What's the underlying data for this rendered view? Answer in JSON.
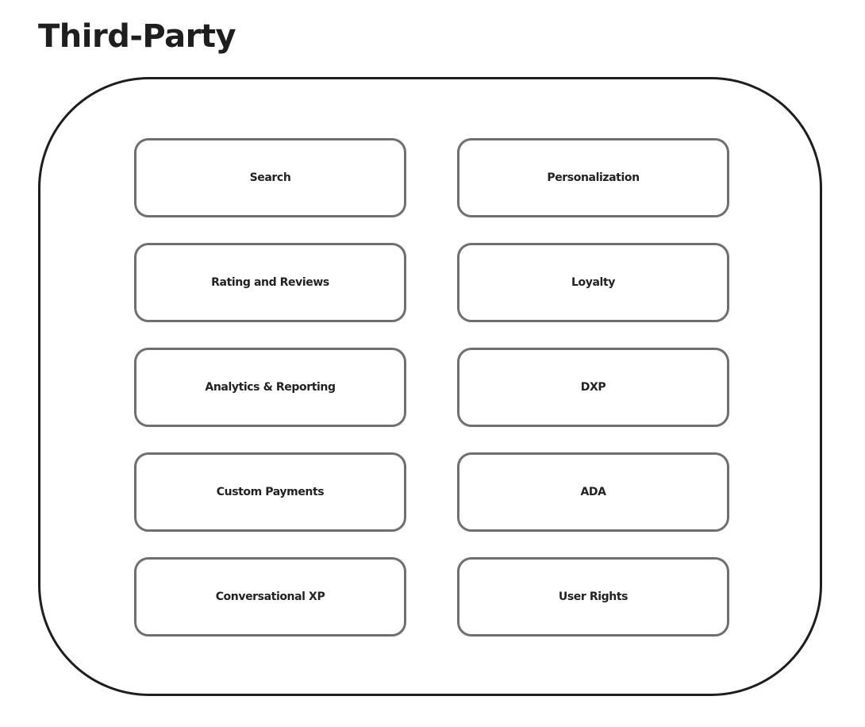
{
  "title": "Third-Party",
  "items": [
    {
      "label": "Search"
    },
    {
      "label": "Personalization"
    },
    {
      "label": "Rating and Reviews"
    },
    {
      "label": "Loyalty"
    },
    {
      "label": "Analytics & Reporting"
    },
    {
      "label": "DXP"
    },
    {
      "label": "Custom Payments"
    },
    {
      "label": "ADA"
    },
    {
      "label": "Conversational XP"
    },
    {
      "label": "User Rights"
    }
  ]
}
